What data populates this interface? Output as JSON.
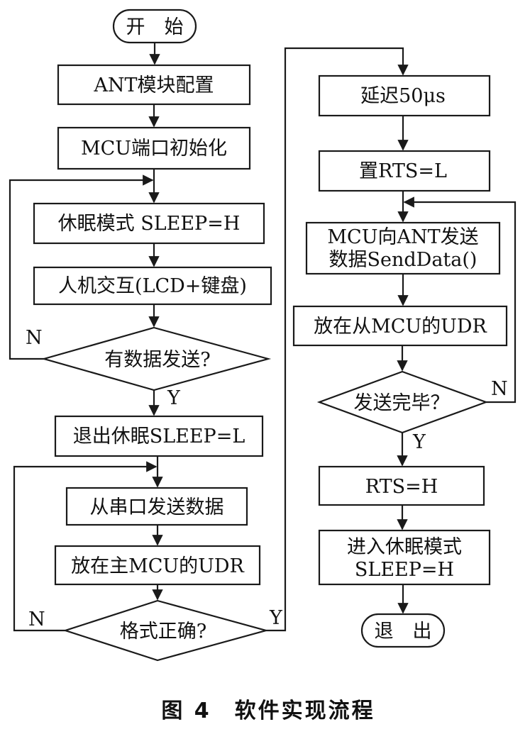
{
  "left": {
    "start": "开　始",
    "ant_config": "ANT模块配置",
    "mcu_init": "MCU端口初始化",
    "sleep_mode": "休眠模式 SLEEP=H",
    "hmi": "人机交互(LCD+键盘)",
    "has_data": "有数据发送?",
    "has_data_no": "N",
    "has_data_yes": "Y",
    "exit_sleep": "退出休眠SLEEP=L",
    "serial_send": "从串口发送数据",
    "put_main_udr": "放在主MCU的UDR",
    "format_ok": "格式正确?",
    "format_no": "N",
    "format_yes": "Y"
  },
  "right": {
    "delay": "延迟50μs",
    "set_rts_low": "置RTS=L",
    "mcu_send_line1": "MCU向ANT发送",
    "mcu_send_line2": "数据SendData()",
    "put_slave_udr": "放在从MCU的UDR",
    "send_done": "发送完毕？",
    "send_done_no": "N",
    "send_done_yes": "Y",
    "rts_high": "RTS=H",
    "enter_sleep_line1": "进入休眠模式",
    "enter_sleep_line2": "SLEEP=H",
    "end": "退　出"
  },
  "caption": "图 4　软件实现流程"
}
